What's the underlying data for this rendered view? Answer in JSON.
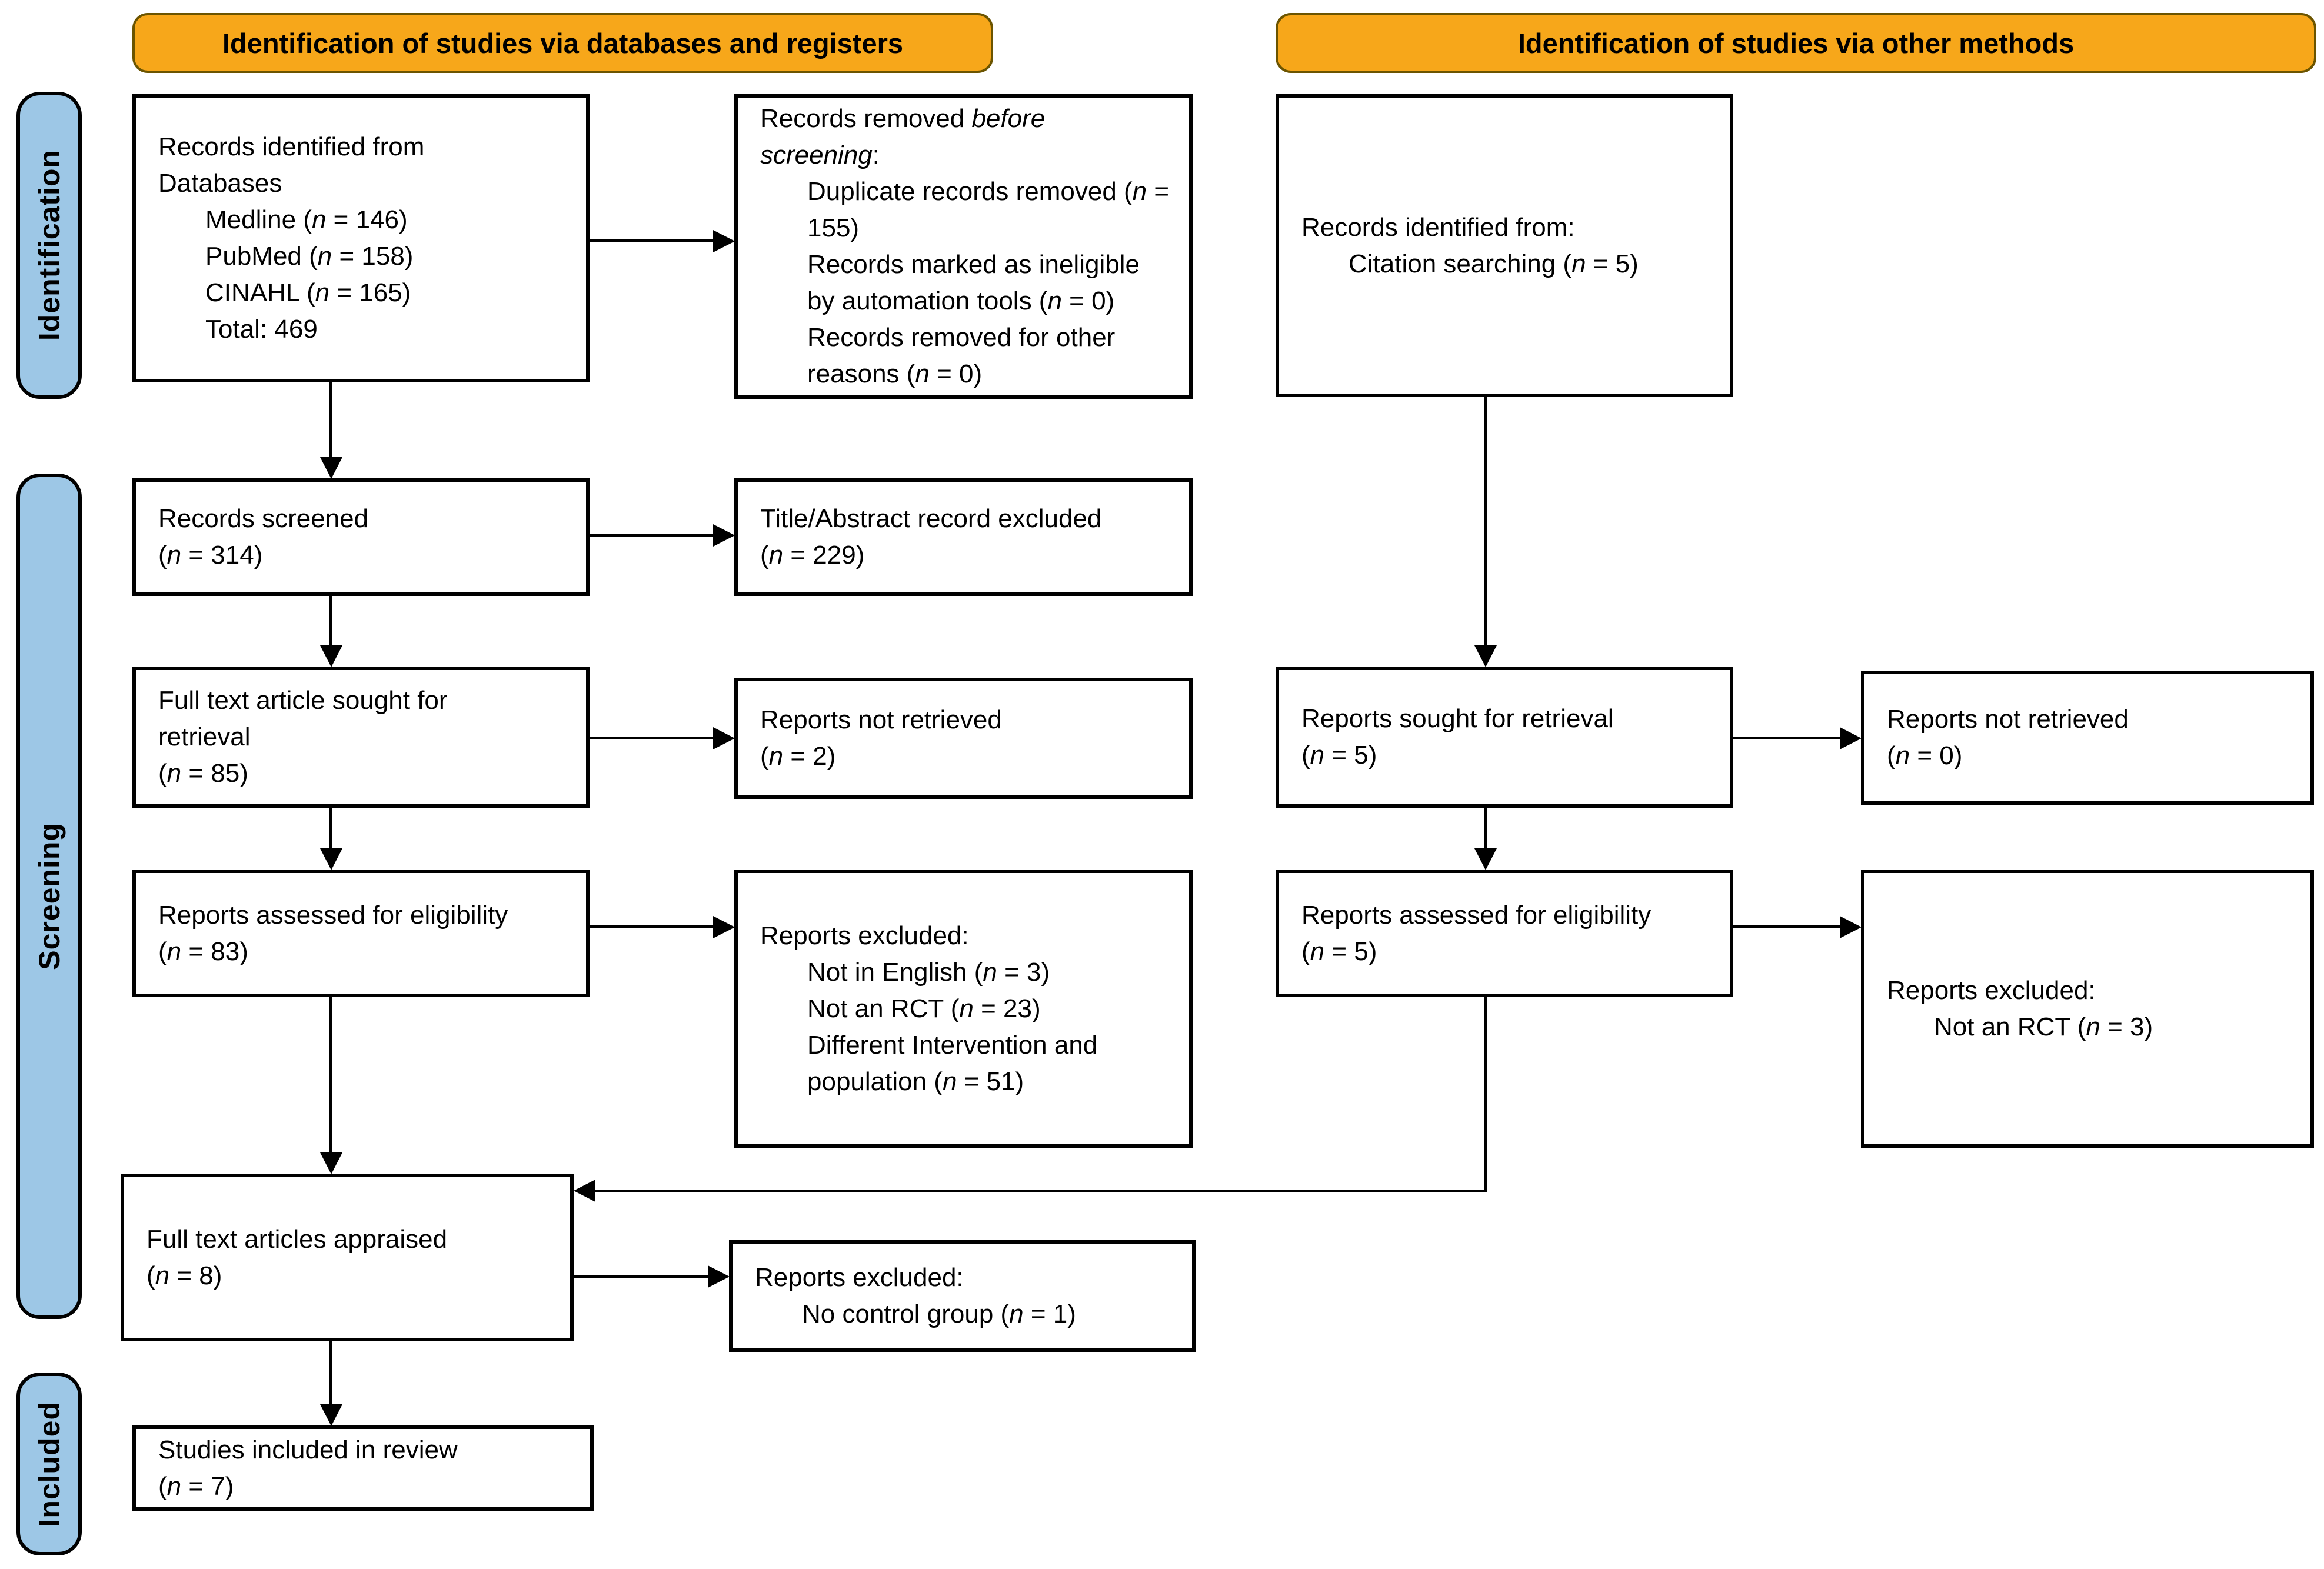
{
  "banners": {
    "left": "Identification of studies via databases and registers",
    "right": "Identification of studies via other methods"
  },
  "stages": {
    "identification": "Identification",
    "screening": "Screening",
    "included": "Included"
  },
  "colors": {
    "banner_fill": "#F7A71A",
    "stage_fill": "#9DC7E6",
    "box_border": "#000000",
    "text": "#000000"
  },
  "boxes": {
    "records_identified": {
      "lines": [
        {
          "text": "Records identified from",
          "indent": false
        },
        {
          "text": "Databases",
          "indent": false
        },
        {
          "text": "Medline (n = 146)",
          "indent": true
        },
        {
          "text": "PubMed (n = 158)",
          "indent": true
        },
        {
          "text": "CINAHL (n = 165)",
          "indent": true
        },
        {
          "text": "Total: 469",
          "indent": true
        }
      ]
    },
    "records_removed": {
      "lines": [
        {
          "text": "Records removed *before screening*:",
          "indent": false
        },
        {
          "text": "Duplicate records removed (n = 155)",
          "indent": true
        },
        {
          "text": "Records marked as ineligible by automation tools (n = 0)",
          "indent": true
        },
        {
          "text": "Records removed for other reasons (n = 0)",
          "indent": true
        }
      ]
    },
    "records_screened": {
      "lines": [
        {
          "text": "Records screened",
          "indent": false
        },
        {
          "text": "(n = 314)",
          "indent": false
        }
      ]
    },
    "title_abstract_excluded": {
      "lines": [
        {
          "text": "Title/Abstract record excluded",
          "indent": false
        },
        {
          "text": "(n = 229)",
          "indent": false
        }
      ]
    },
    "fulltext_sought": {
      "lines": [
        {
          "text": "Full text article sought for",
          "indent": false
        },
        {
          "text": "retrieval",
          "indent": false
        },
        {
          "text": "(n = 85)",
          "indent": false
        }
      ]
    },
    "reports_not_retrieved_left": {
      "lines": [
        {
          "text": "Reports not retrieved",
          "indent": false
        },
        {
          "text": "(n = 2)",
          "indent": false
        }
      ]
    },
    "reports_assessed_left": {
      "lines": [
        {
          "text": "Reports assessed for eligibility",
          "indent": false
        },
        {
          "text": "(n = 83)",
          "indent": false
        }
      ]
    },
    "reports_excluded_left": {
      "lines": [
        {
          "text": "Reports excluded:",
          "indent": false
        },
        {
          "text": "Not in English (n = 3)",
          "indent": true
        },
        {
          "text": "Not an RCT (n = 23)",
          "indent": true
        },
        {
          "text": "Different Intervention and population (n = 51)",
          "indent": true
        }
      ]
    },
    "fulltext_appraised": {
      "lines": [
        {
          "text": "Full text articles appraised",
          "indent": false
        },
        {
          "text": "(n = 8)",
          "indent": false
        }
      ]
    },
    "reports_excluded_nocontrol": {
      "lines": [
        {
          "text": "Reports excluded:",
          "indent": false
        },
        {
          "text": "No control group (n = 1)",
          "indent": true
        }
      ]
    },
    "studies_included": {
      "lines": [
        {
          "text": "Studies included in review",
          "indent": false
        },
        {
          "text": "(n = 7)",
          "indent": false
        }
      ]
    },
    "records_citation": {
      "lines": [
        {
          "text": "Records identified from:",
          "indent": false
        },
        {
          "text": "Citation searching (n = 5)",
          "indent": true
        }
      ]
    },
    "reports_sought_right": {
      "lines": [
        {
          "text": "Reports sought for retrieval",
          "indent": false
        },
        {
          "text": "(n = 5)",
          "indent": false
        }
      ]
    },
    "reports_not_retrieved_right": {
      "lines": [
        {
          "text": "Reports not retrieved",
          "indent": false
        },
        {
          "text": "(n = 0)",
          "indent": false
        }
      ]
    },
    "reports_assessed_right": {
      "lines": [
        {
          "text": "Reports assessed for eligibility",
          "indent": false
        },
        {
          "text": "(n = 5)",
          "indent": false
        }
      ]
    },
    "reports_excluded_right": {
      "lines": [
        {
          "text": "Reports excluded:",
          "indent": false
        },
        {
          "text": "Not an RCT (n = 3)",
          "indent": true
        }
      ]
    }
  }
}
